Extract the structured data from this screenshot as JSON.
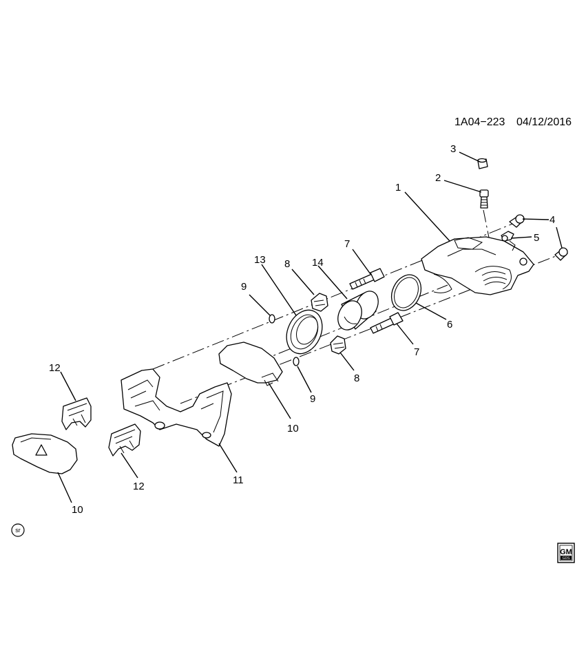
{
  "diagram": {
    "drawing_code": "1A04−223",
    "drawing_date": "04/12/2016",
    "corner_badge": "sr",
    "brand_logo": {
      "primary": "GM",
      "secondary": "GDS"
    },
    "callouts": [
      {
        "id": "c1",
        "label": "1"
      },
      {
        "id": "c2",
        "label": "2"
      },
      {
        "id": "c3",
        "label": "3"
      },
      {
        "id": "c4a",
        "label": "4"
      },
      {
        "id": "c4b",
        "label": "4"
      },
      {
        "id": "c5",
        "label": "5"
      },
      {
        "id": "c6",
        "label": "6"
      },
      {
        "id": "c7a",
        "label": "7"
      },
      {
        "id": "c7b",
        "label": "7"
      },
      {
        "id": "c8a",
        "label": "8"
      },
      {
        "id": "c8b",
        "label": "8"
      },
      {
        "id": "c9a",
        "label": "9"
      },
      {
        "id": "c9b",
        "label": "9"
      },
      {
        "id": "c10a",
        "label": "10"
      },
      {
        "id": "c10b",
        "label": "10"
      },
      {
        "id": "c11",
        "label": "11"
      },
      {
        "id": "c12a",
        "label": "12"
      },
      {
        "id": "c12b",
        "label": "12"
      },
      {
        "id": "c13",
        "label": "13"
      },
      {
        "id": "c14",
        "label": "14"
      }
    ]
  }
}
